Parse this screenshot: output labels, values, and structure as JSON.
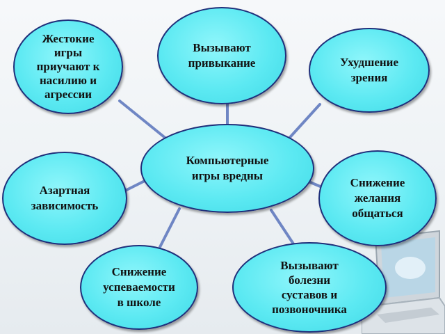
{
  "diagram": {
    "center": {
      "label": "Компьютерные\nигры вредны"
    },
    "nodes": [
      {
        "id": "habit",
        "label": "Вызывают\nпривыкание"
      },
      {
        "id": "violence",
        "label": "Жестокие\nигры\nприучают к\nнасилию и\nагрессии"
      },
      {
        "id": "vision",
        "label": "Ухудшение\nзрения"
      },
      {
        "id": "gambling",
        "label": "Азартная\nзависимость"
      },
      {
        "id": "communication",
        "label": "Снижение\nжелания\nобщаться"
      },
      {
        "id": "performance",
        "label": "Снижение\nуспеваемости\nв школе"
      },
      {
        "id": "joints",
        "label": "Вызывают\nболезни\nсуставов и\nпозвоночника"
      }
    ]
  },
  "colors": {
    "node_fill": "#5ce9f2",
    "node_border": "#1f2f7a",
    "connector": "#6f86c4"
  }
}
